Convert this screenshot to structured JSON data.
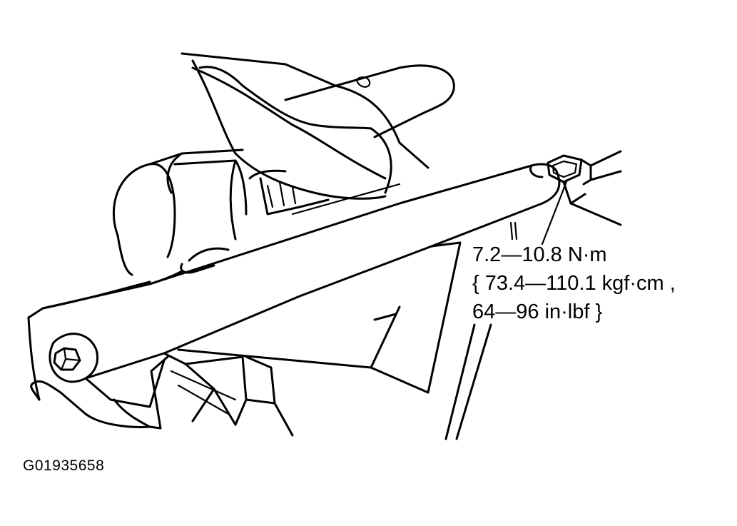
{
  "torque_spec": {
    "line1": "7.2—10.8 N·m",
    "line2": "{ 73.4—110.1 kgf·cm ,",
    "line3": "64—96 in·lbf }"
  },
  "figure_id": "G01935658"
}
